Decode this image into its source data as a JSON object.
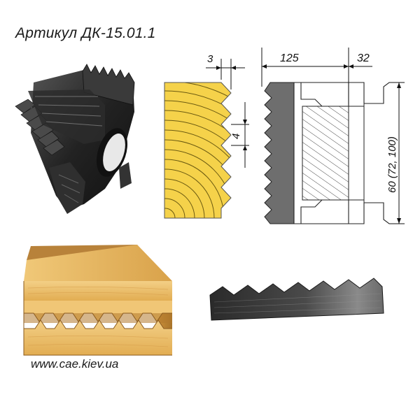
{
  "title": "Артикул ДК-15.01.1",
  "website": "www.cae.kiev.ua",
  "dimensions": {
    "pitch": "3",
    "depth": "4",
    "diameter": "125",
    "bore": "32",
    "height": "60 (72, 100)"
  },
  "colors": {
    "wood": "#f5d24a",
    "wood_ring": "#6b5a10",
    "cutter_dark": "#2a2a2a",
    "knife_steel": "#3d3d3d",
    "block_wood": "#e8b860"
  }
}
